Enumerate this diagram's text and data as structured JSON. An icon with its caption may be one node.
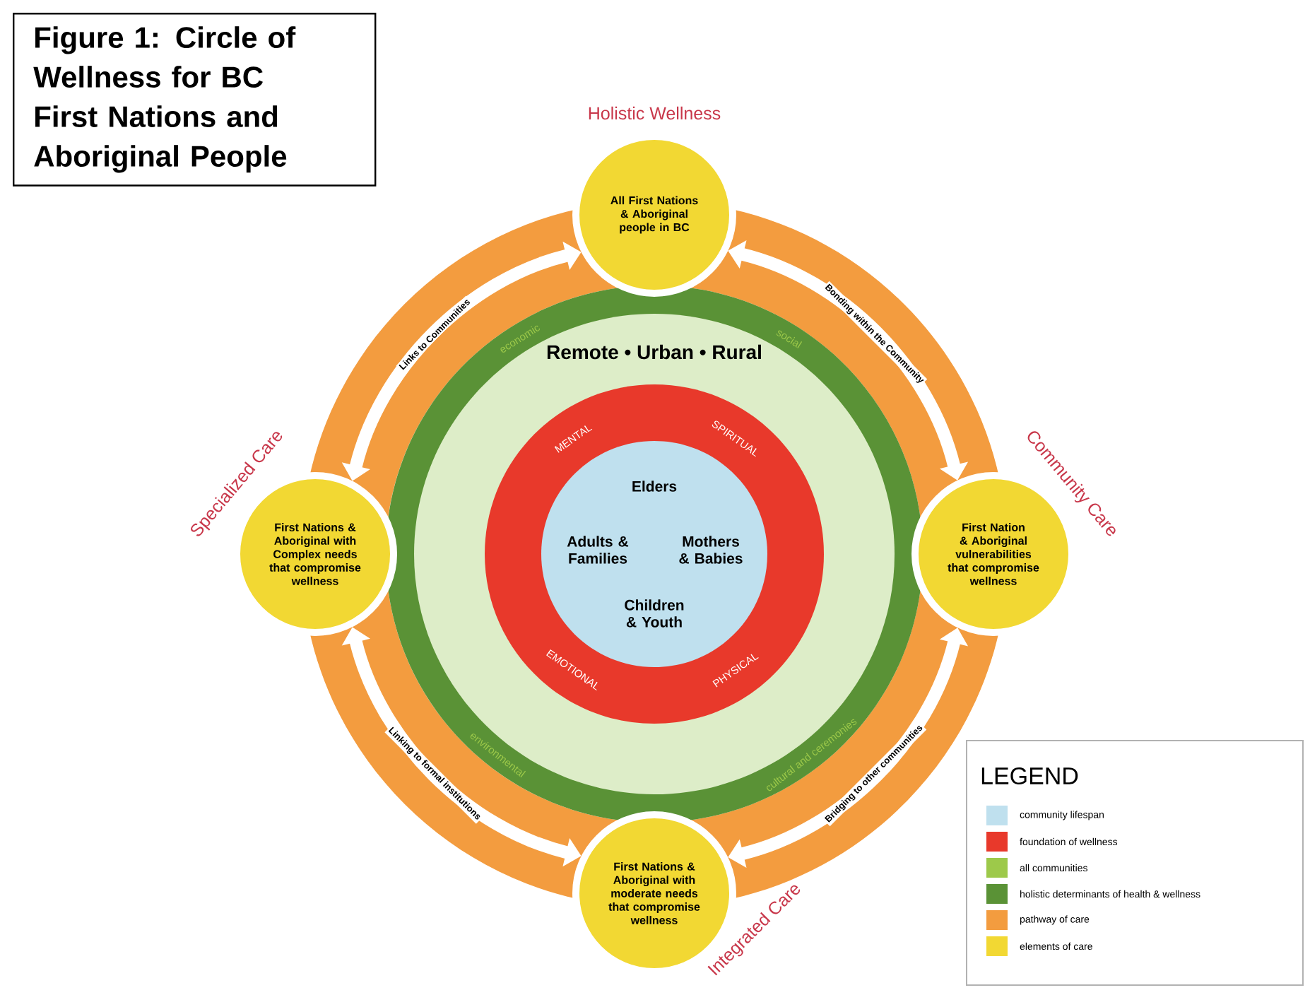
{
  "diagram": {
    "title": "Figure 1: Circle of Wellness for BC First Nations and Aboriginal People",
    "nodes": [
      {
        "text": [
          "All First Nations & Aboriginal people in BC"
        ],
        "beside": [
          "Holistic Wellness"
        ]
      },
      {
        "text": [
          "First Nation & Aboriginal vulnerabilities that compromise wellness"
        ],
        "beside": [
          "Community Care"
        ]
      },
      {
        "text": [
          "First Nations & Aboriginal with moderate needs that compromise wellness"
        ],
        "beside": [
          "Integrated Care"
        ]
      },
      {
        "text": [
          "First Nations & Aboriginal with Complex needs that compromise wellness"
        ],
        "beside": [
          "Specialized Care"
        ]
      },
      {
        "text": [
          "economic",
          "social",
          "cultural and ceremonies",
          "environmental"
        ]
      },
      {
        "text": [
          "Remote • Urban • Rural"
        ],
        "in": 4
      },
      {
        "text": [
          "MENTAL",
          "SPIRITUAL",
          "PHYSICAL",
          "EMOTIONAL"
        ],
        "in": 5
      },
      {
        "text": [
          "Elders",
          "Adults & Families",
          "Mothers & Babies",
          "Children & Youth"
        ],
        "in": 6
      }
    ],
    "edges": [
      {
        "from": 0,
        "to": 1,
        "arrow": "both",
        "label": "Bonding within the Community"
      },
      {
        "from": 1,
        "to": 2,
        "arrow": "both",
        "label": "Bridging to other communities"
      },
      {
        "from": 2,
        "to": 3,
        "arrow": "both",
        "label": "Linking to formal institutions"
      },
      {
        "from": 3,
        "to": 0,
        "arrow": "both",
        "label": "Links to Communities"
      }
    ],
    "labels": [
      "LEGEND"
    ],
    "legend": [
      {
        "text": "community lifespan",
        "color": "#bfe0ee"
      },
      {
        "text": "foundation of wellness",
        "color": "#e8392b"
      },
      {
        "text": "all communities",
        "color": "#9dc94a"
      },
      {
        "text": "holistic determinants of health & wellness",
        "color": "#5a9236"
      },
      {
        "text": "pathway of care",
        "color": "#f39c3f"
      },
      {
        "text": "elements of care",
        "color": "#f2d833"
      }
    ]
  }
}
